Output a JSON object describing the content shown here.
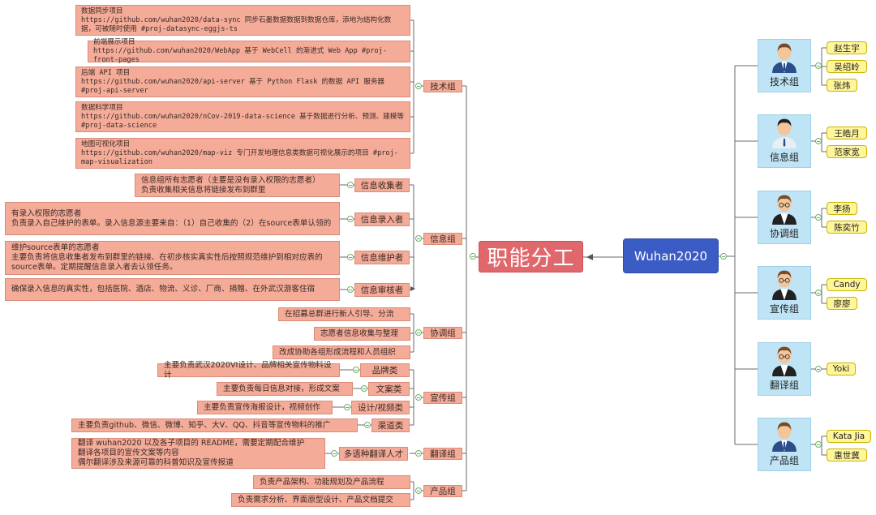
{
  "center": {
    "label": "职能分工"
  },
  "root": {
    "label": "Wuhan2020"
  },
  "teams": [
    {
      "name": "技术组",
      "members": [
        "赵生宇",
        "吴绍岭",
        "张炜"
      ],
      "avatar": "male-suit-icon"
    },
    {
      "name": "信息组",
      "members": [
        "王皓月",
        "范家宽"
      ],
      "avatar": "male-shirt-icon"
    },
    {
      "name": "协调组",
      "members": [
        "李扬",
        "陈奕竹"
      ],
      "avatar": "male-glasses-vest-icon"
    },
    {
      "name": "宣传组",
      "members": [
        "Candy",
        "廖廖"
      ],
      "avatar": "male-glasses-vest-icon"
    },
    {
      "name": "翻译组",
      "members": [
        "Yoki"
      ],
      "avatar": "male-glasses-vest-icon"
    },
    {
      "name": "产品组",
      "members": [
        "Kata Jia",
        "惠世冀"
      ],
      "avatar": "male-suit-icon"
    }
  ],
  "groups": [
    {
      "name": "技术组",
      "items": [
        {
          "text": "数据同步项目\nhttps://github.com/wuhan2020/data-sync 同步石墨数据数据到数据仓库，添地为结构化数据，可被随时使用 #proj-datasync-eggjs-ts"
        },
        {
          "text": "前端展示项目\nhttps://github.com/wuhan2020/WebApp 基于 WebCell 的渐进式 Web App #proj-front-pages"
        },
        {
          "text": "后端 API 项目\nhttps://github.com/wuhan2020/api-server 基于 Python Flask 的数据 API 服务器 #proj-api-server"
        },
        {
          "text": "数据科学项目\nhttps://github.com/wuhan2020/nCov-2019-data-science 基于数据进行分析、预测、建模等 #proj-data-science"
        },
        {
          "text": "地图可视化项目\nhttps://github.com/wuhan2020/map-viz 专门开发地理信息类数据可视化展示的项目 #proj-map-visualization"
        }
      ]
    },
    {
      "name": "信息组",
      "roles": [
        {
          "label": "信息收集者",
          "desc": "信息组所有志愿者（主要是没有录入权限的志愿者）\n负责收集相关信息将链接发布到群里"
        },
        {
          "label": "信息录入者",
          "desc": "有录入权限的志愿者\n负责录入自己维护的表单。录入信息源主要来自：（1）自己收集的（2）在source表单认领的"
        },
        {
          "label": "信息维护者",
          "desc": "维护source表单的志愿者\n主要负责将信息收集者发布到群里的链接、在初步核实真实性后按照规范维护到相对应表的source表单。定期提醒信息录入者去认领任务。"
        },
        {
          "label": "信息审核者",
          "desc": "确保录入信息的真实性，包括医院、酒店、物流、义诊、厂商、捐赠、在外武汉游客住宿"
        }
      ]
    },
    {
      "name": "协调组",
      "items": [
        "在招募总群进行新人引导、分流",
        "志愿者信息收集与整理",
        "改成协助各组形成流程和人员组织"
      ]
    },
    {
      "name": "宣传组",
      "roles": [
        {
          "label": "品牌类",
          "desc": "主要负责武汉2020VI设计、品牌相关宣传物料设计"
        },
        {
          "label": "文案类",
          "desc": "主要负责每日信息对接，形成文案"
        },
        {
          "label": "设计/视频类",
          "desc": "主要负责宣传海报设计，视频创作"
        },
        {
          "label": "渠道类",
          "desc": "主要负责github、微信、微博、知乎、大V、QQ、抖音等宣传物料的推广"
        }
      ]
    },
    {
      "name": "翻译组",
      "roles": [
        {
          "label": "多语种翻译人才",
          "desc": "翻译 wuhan2020 以及各子项目的 README，需要定期配合维护\n翻译各项目的宣传文案等内容\n偶尔翻译涉及来源可靠的科普知识及宣传报道"
        }
      ]
    },
    {
      "name": "产品组",
      "items": [
        "负责产品架构、功能规划及产品流程",
        "负责需求分析、界面原型设计、产品文档提交"
      ]
    }
  ],
  "colors": {
    "center": "#e0686d",
    "root": "#3b5cc4",
    "node": "#f4ab98",
    "team": "#bfe4f5",
    "member": "#fff59a",
    "line": "#555555",
    "collapse": "#6fb06a"
  }
}
